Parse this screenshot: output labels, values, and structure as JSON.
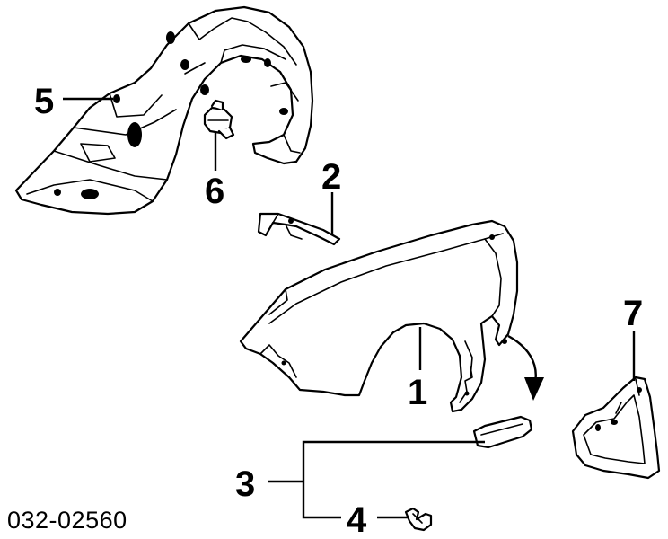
{
  "diagram": {
    "drawing_code": "032-02560",
    "callouts": {
      "fender": "1",
      "fender_bracket": "2",
      "garnish": "3",
      "clip": "4",
      "inner_fender_liner": "5",
      "liner_clip": "6",
      "mud_guard": "7"
    }
  }
}
